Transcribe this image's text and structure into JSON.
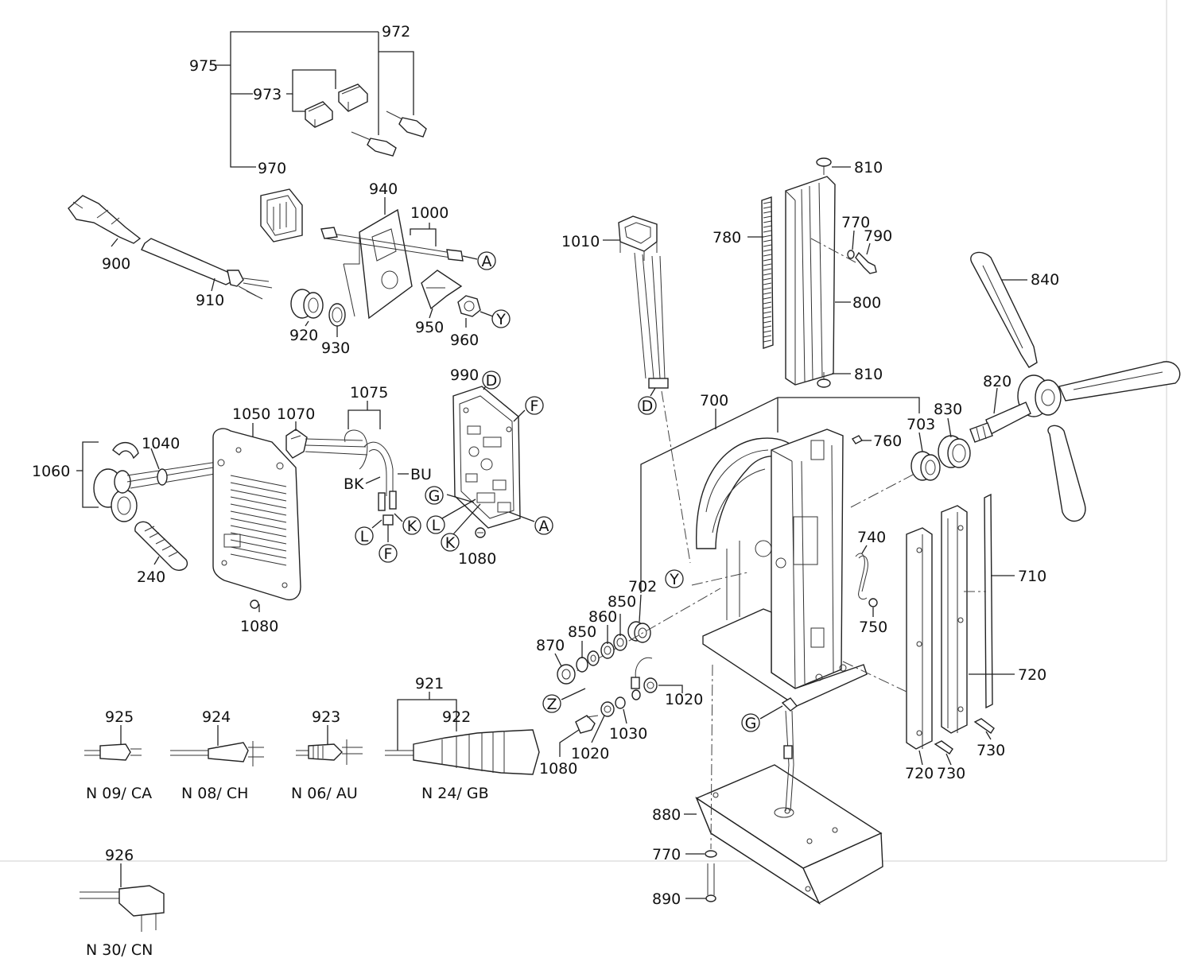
{
  "labels": {
    "p972": "972",
    "p975": "975",
    "p973": "973",
    "p970": "970",
    "p940": "940",
    "p1000": "1000",
    "p900": "900",
    "p910": "910",
    "p920": "920",
    "p930": "930",
    "p950": "950",
    "p960": "960",
    "p990": "990",
    "p1075": "1075",
    "p1050": "1050",
    "p1070": "1070",
    "p1040": "1040",
    "p1060": "1060",
    "p240": "240",
    "p1080a": "1080",
    "p1080b": "1080",
    "p1080c": "1080",
    "bk": "BK",
    "bu": "BU",
    "p1010": "1010",
    "p810a": "810",
    "p810b": "810",
    "p780": "780",
    "p770a": "770",
    "p790": "790",
    "p800": "800",
    "p840": "840",
    "p820": "820",
    "p830": "830",
    "p700": "700",
    "p703": "703",
    "p760": "760",
    "p740": "740",
    "p750": "750",
    "p710": "710",
    "p720a": "720",
    "p720b": "720",
    "p730a": "730",
    "p730b": "730",
    "p702": "702",
    "p850a": "850",
    "p850b": "850",
    "p860": "860",
    "p870": "870",
    "p1020a": "1020",
    "p1020b": "1020",
    "p1030": "1030",
    "p921": "921",
    "p922": "922",
    "p923": "923",
    "p924": "924",
    "p925": "925",
    "p926": "926",
    "p880": "880",
    "p770b": "770",
    "p890": "890"
  },
  "callouts": {
    "A1": "A",
    "A2": "A",
    "Y1": "Y",
    "Y2": "Y",
    "D1": "D",
    "D2": "D",
    "F1": "F",
    "F2": "F",
    "G1": "G",
    "G2": "G",
    "K1": "K",
    "K2": "K",
    "L1": "L",
    "L2": "L",
    "Z1": "Z"
  },
  "variants": {
    "ca": "N 09/ CA",
    "ch": "N 08/ CH",
    "au": "N 06/ AU",
    "gb": "N 24/ GB",
    "cn": "N 30/ CN"
  }
}
